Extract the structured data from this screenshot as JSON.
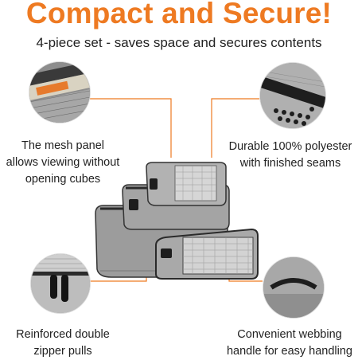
{
  "title": "Compact and Secure!",
  "subtitle": "4-piece set - saves space and secures contents",
  "callouts": {
    "mesh_line1": "The mesh panel",
    "mesh_line2": "allows viewing without",
    "mesh_line3": "opening cubes",
    "polyester_line1": "Durable 100% polyester",
    "polyester_line2": "with finished seams",
    "zipper_line1": "Reinforced double",
    "zipper_line2": "zipper pulls",
    "handle_line1": "Convenient webbing",
    "handle_line2": "handle for easy handling"
  },
  "colors": {
    "accent": "#ee7a22",
    "cube": "#9c9c9c",
    "trim": "#2a2a2a",
    "leader": "#ee7a22"
  }
}
